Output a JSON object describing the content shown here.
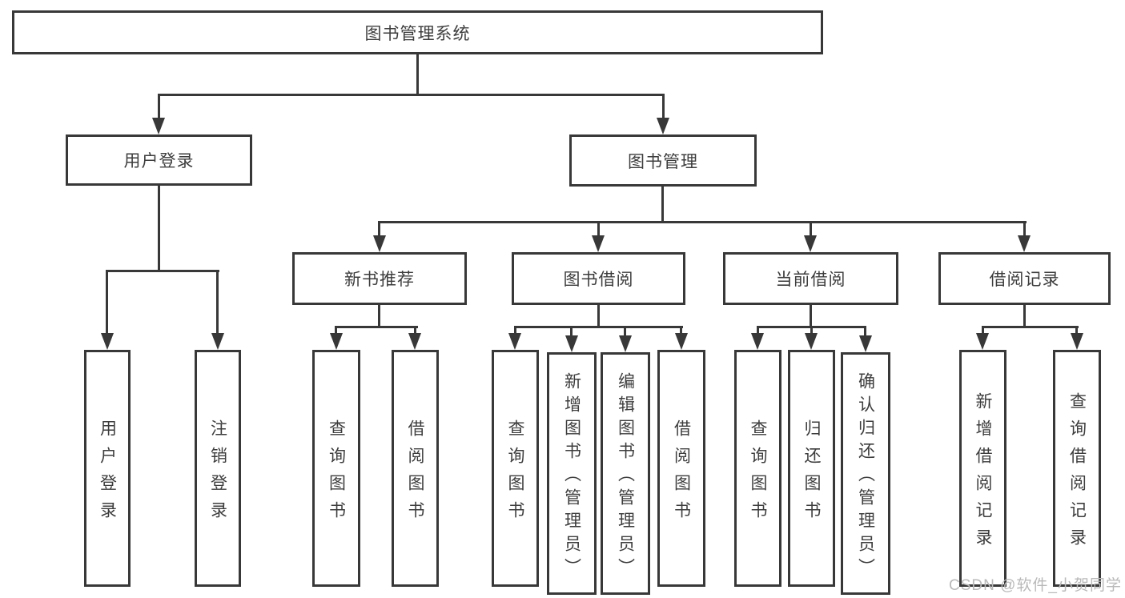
{
  "diagram": {
    "type": "functional-structure-tree",
    "tree": {
      "label": "图书管理系统",
      "children": [
        {
          "label": "用户登录",
          "children": [
            {
              "label": "用户登录"
            },
            {
              "label": "注销登录"
            }
          ]
        },
        {
          "label": "图书管理",
          "children": [
            {
              "label": "新书推荐",
              "children": [
                {
                  "label": "查询图书"
                },
                {
                  "label": "借阅图书"
                }
              ]
            },
            {
              "label": "图书借阅",
              "children": [
                {
                  "label": "查询图书"
                },
                {
                  "label": "新增图书（管理员）"
                },
                {
                  "label": "编辑图书（管理员）"
                },
                {
                  "label": "借阅图书"
                }
              ]
            },
            {
              "label": "当前借阅",
              "children": [
                {
                  "label": "查询图书"
                },
                {
                  "label": "归还图书"
                },
                {
                  "label": "确认归还（管理员）"
                }
              ]
            },
            {
              "label": "借阅记录",
              "children": [
                {
                  "label": "新增借阅记录"
                },
                {
                  "label": "查询借阅记录"
                }
              ]
            }
          ]
        }
      ]
    },
    "watermark": "CSDN @软件_小贺同学",
    "colors": {
      "line": "#383838",
      "text": "#3d3d3d",
      "watermark": "#b9b9b9",
      "background": "#ffffff"
    }
  }
}
